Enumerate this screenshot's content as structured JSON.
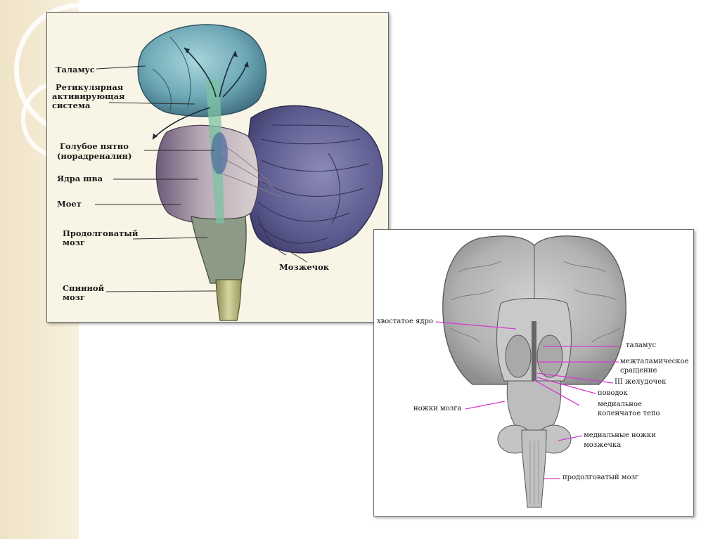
{
  "top_diagram": {
    "labels": {
      "thalamus": "Таламус",
      "reticular_1": "Ретикулярная",
      "reticular_2": "активирующая",
      "reticular_3": "система",
      "locus_1": "Голубое пятно",
      "locus_2": "(норадреналин)",
      "raphe": "Ядра шва",
      "pons": "Моет",
      "medulla_1": "Продолговатый",
      "medulla_2": "мозг",
      "spinal_1": "Спинной",
      "spinal_2": "мозг",
      "cerebellum": "Мозжечок"
    }
  },
  "bottom_diagram": {
    "labels": {
      "caudate": "хвостатое ядро",
      "thalamus": "таламус",
      "interthalamic_1": "межталамическое",
      "interthalamic_2": "сращение",
      "third_ventricle": "III желудочек",
      "habenula": "поводок",
      "cerebral_peduncles": "ножки мозга",
      "medial_geniculate_1": "медиальное",
      "medial_geniculate_2": "коленчатое тепо",
      "medial_cerebellar_1": "медиальные ножки",
      "medial_cerebellar_2": "мозжечка",
      "medulla": "продолговатый мозг"
    },
    "leader_color": "#d63ad0"
  }
}
